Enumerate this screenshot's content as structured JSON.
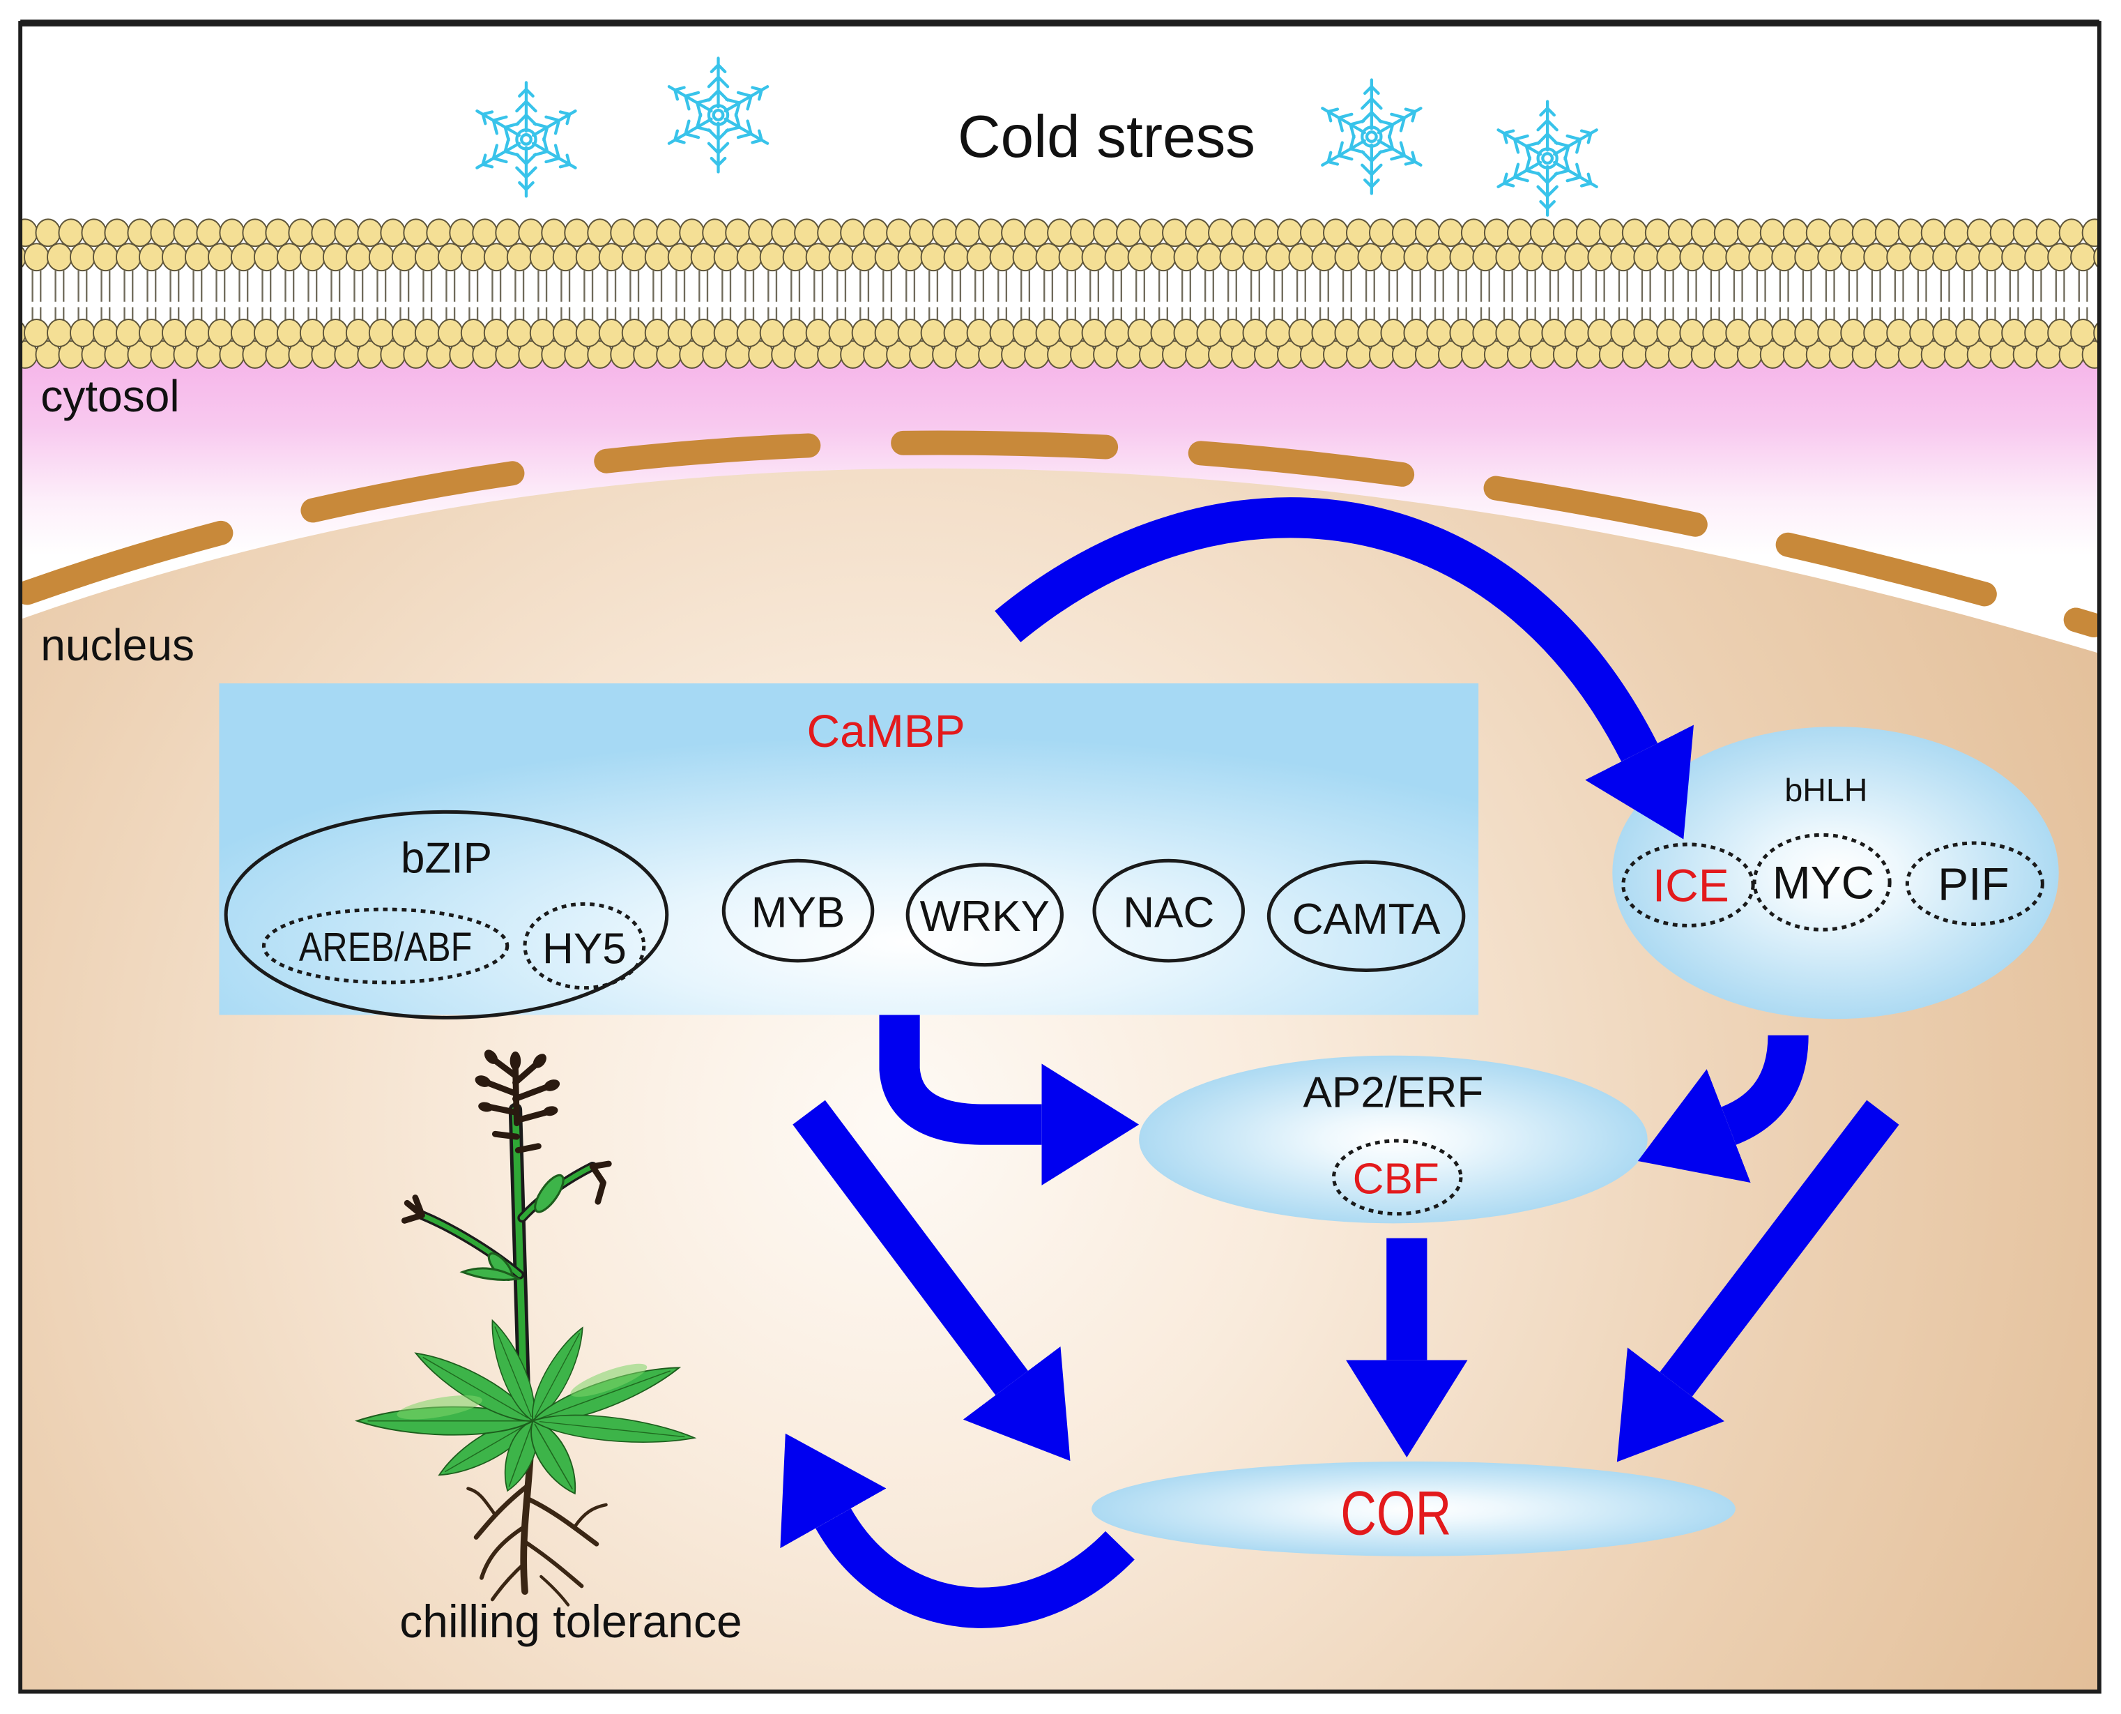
{
  "stimulus": {
    "label": "Cold stress",
    "icon": "snowflake-icon"
  },
  "compartments": {
    "cytosol": "cytosol",
    "nucleus": "nucleus"
  },
  "cambp": {
    "label": "CaMBP",
    "bzip": {
      "label": "bZIP",
      "members": [
        "AREB/ABF",
        "HY5"
      ]
    },
    "families": [
      "MYB",
      "WRKY",
      "NAC",
      "CAMTA"
    ]
  },
  "bhlh": {
    "label": "bHLH",
    "members": [
      "ICE",
      "MYC",
      "PIF"
    ]
  },
  "ap2_erf": {
    "label": "AP2/ERF",
    "members": [
      "CBF"
    ]
  },
  "cor": {
    "label": "COR"
  },
  "outcome": {
    "label": "chilling tolerance",
    "icon": "plant-icon"
  },
  "colors": {
    "arrow": "#0000f0",
    "highlight_text": "#e31a1c",
    "snowflake": "#38c3ea",
    "membrane": "#f4df95",
    "envelope": "#c8893a",
    "cytosol": "#f6b4e9",
    "nucleus": "#e6c39f",
    "complex_fill": "#a8d9f4"
  }
}
